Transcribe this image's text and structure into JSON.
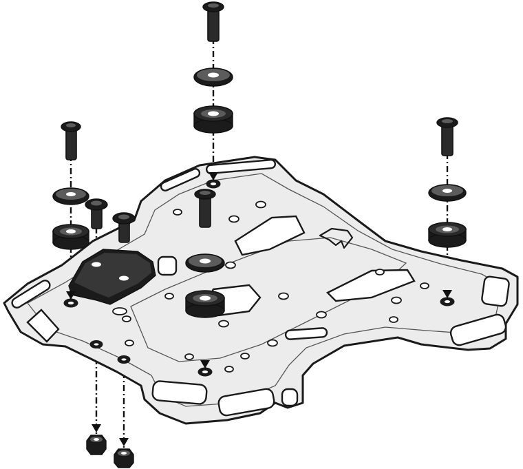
{
  "diagram": {
    "components": [
      {
        "name": "rack-plate",
        "count": 1
      },
      {
        "name": "bolt",
        "count": 6
      },
      {
        "name": "washer",
        "count": 4
      },
      {
        "name": "rubber-grommet",
        "count": 4
      },
      {
        "name": "spacer-block",
        "count": 1
      },
      {
        "name": "lock-nut",
        "count": 2
      }
    ],
    "colors": {
      "plate": "#ececec",
      "hardware": "#2a2a2a",
      "outline": "#1a1a1a",
      "background": "#ffffff"
    }
  }
}
